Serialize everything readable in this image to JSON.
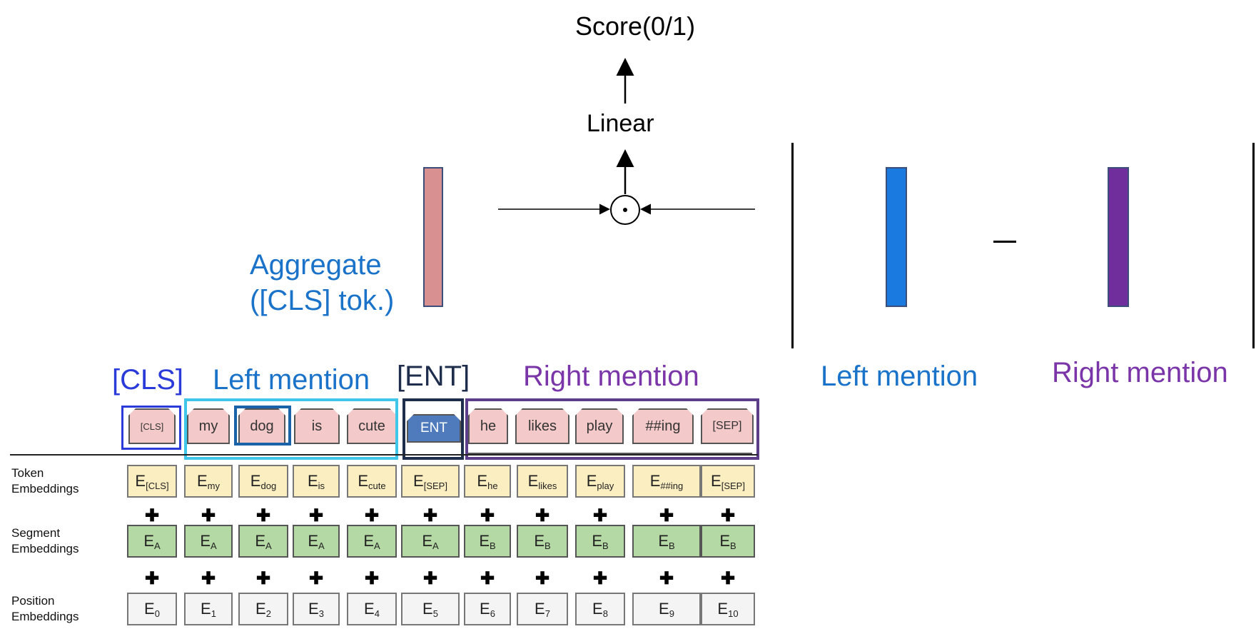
{
  "title": "Score(0/1)",
  "linear": "Linear",
  "aggregate": [
    "Aggregate",
    "([CLS] tok.)"
  ],
  "minus": "–",
  "labels": {
    "cls": "[CLS]",
    "left_mention": "Left mention",
    "ent": "[ENT]",
    "right_mention": "Right mention",
    "left_mention_vec": "Left mention",
    "right_mention_vec": "Right mention"
  },
  "colors": {
    "cls_bar": "#d89090",
    "left_bar": "#1a7ae0",
    "right_bar": "#6f2e9c",
    "cls_box": "#2a3bd9",
    "left_box": "#3fc6e8",
    "dog_box": "#1a63a8",
    "ent_box": "#1f2d4d",
    "right_box": "#5c3d8a"
  },
  "tokens": [
    "[CLS]",
    "my",
    "dog",
    "is",
    "cute",
    "ENT",
    "he",
    "likes",
    "play",
    "##ing",
    "[SEP]"
  ],
  "row_labels": {
    "token": [
      "Token",
      "Embeddings"
    ],
    "segment": [
      "Segment",
      "Embeddings"
    ],
    "position": [
      "Position",
      "Embeddings"
    ]
  },
  "plus_symbol": "✚",
  "token_embeddings": [
    {
      "base": "E",
      "sub": "[CLS]"
    },
    {
      "base": "E",
      "sub": "my"
    },
    {
      "base": "E",
      "sub": "dog"
    },
    {
      "base": "E",
      "sub": "is"
    },
    {
      "base": "E",
      "sub": "cute"
    },
    {
      "base": "E",
      "sub": "[SEP]"
    },
    {
      "base": "E",
      "sub": "he"
    },
    {
      "base": "E",
      "sub": "likes"
    },
    {
      "base": "E",
      "sub": "play"
    },
    {
      "base": "E",
      "sub": "##ing"
    },
    {
      "base": "E",
      "sub": "[SEP]"
    }
  ],
  "segment_embeddings": [
    {
      "base": "E",
      "sub": "A"
    },
    {
      "base": "E",
      "sub": "A"
    },
    {
      "base": "E",
      "sub": "A"
    },
    {
      "base": "E",
      "sub": "A"
    },
    {
      "base": "E",
      "sub": "A"
    },
    {
      "base": "E",
      "sub": "A"
    },
    {
      "base": "E",
      "sub": "B"
    },
    {
      "base": "E",
      "sub": "B"
    },
    {
      "base": "E",
      "sub": "B"
    },
    {
      "base": "E",
      "sub": "B"
    },
    {
      "base": "E",
      "sub": "B"
    }
  ],
  "position_embeddings": [
    {
      "base": "E",
      "sub": "0"
    },
    {
      "base": "E",
      "sub": "1"
    },
    {
      "base": "E",
      "sub": "2"
    },
    {
      "base": "E",
      "sub": "3"
    },
    {
      "base": "E",
      "sub": "4"
    },
    {
      "base": "E",
      "sub": "5"
    },
    {
      "base": "E",
      "sub": "6"
    },
    {
      "base": "E",
      "sub": "7"
    },
    {
      "base": "E",
      "sub": "8"
    },
    {
      "base": "E",
      "sub": "9"
    },
    {
      "base": "E",
      "sub": "10"
    }
  ]
}
